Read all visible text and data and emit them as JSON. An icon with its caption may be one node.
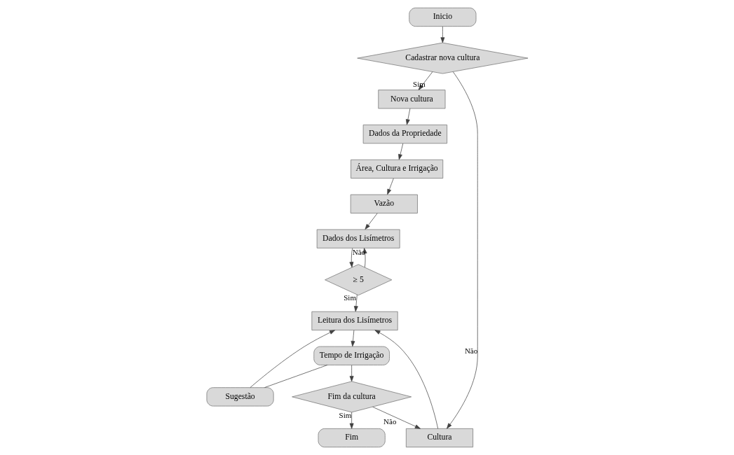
{
  "diagram": {
    "nodes": [
      {
        "text": [
          "Inicio"
        ]
      },
      {
        "text": [
          "Cadastrar nova cultura"
        ]
      },
      {
        "text": [
          "Nova cultura"
        ]
      },
      {
        "text": [
          "Dados da Propriedade"
        ]
      },
      {
        "text": [
          "Área, Cultura e Irrigação"
        ]
      },
      {
        "text": [
          "Vazão"
        ]
      },
      {
        "text": [
          "Dados dos Lisímetros"
        ]
      },
      {
        "text": [
          "≥ 5"
        ]
      },
      {
        "text": [
          "Cultura"
        ]
      },
      {
        "text": [
          "Leitura dos Lisímetros"
        ]
      },
      {
        "text": [
          "Sugestão"
        ]
      },
      {
        "text": [
          "Tempo de Irrigação"
        ]
      },
      {
        "text": [
          "Fim da cultura"
        ]
      },
      {
        "text": [
          "Fim"
        ]
      }
    ],
    "edges": [
      {
        "from": 0,
        "to": 1,
        "arrow": "to"
      },
      {
        "from": 1,
        "to": 2,
        "arrow": "to",
        "label": "Sim"
      },
      {
        "from": 1,
        "to": 8,
        "arrow": "to",
        "label": "Não"
      },
      {
        "from": 2,
        "to": 3,
        "arrow": "to"
      },
      {
        "from": 3,
        "to": 4,
        "arrow": "to"
      },
      {
        "from": 4,
        "to": 5,
        "arrow": "to"
      },
      {
        "from": 5,
        "to": 6,
        "arrow": "to"
      },
      {
        "from": 6,
        "to": 7,
        "arrow": "to"
      },
      {
        "from": 7,
        "to": 6,
        "arrow": "to",
        "label": "Não"
      },
      {
        "from": 7,
        "to": 9,
        "arrow": "to",
        "label": "Sim"
      },
      {
        "from": 8,
        "to": 9,
        "arrow": "to"
      },
      {
        "from": 9,
        "to": 11,
        "arrow": "to"
      },
      {
        "from": 11,
        "to": 10,
        "arrow": "none"
      },
      {
        "from": 10,
        "to": 9,
        "arrow": "to"
      },
      {
        "from": 11,
        "to": 12,
        "arrow": "to"
      },
      {
        "from": 12,
        "to": 13,
        "arrow": "to",
        "label": "Sim"
      },
      {
        "from": 12,
        "to": 8,
        "arrow": "to",
        "label": "Não"
      }
    ]
  }
}
